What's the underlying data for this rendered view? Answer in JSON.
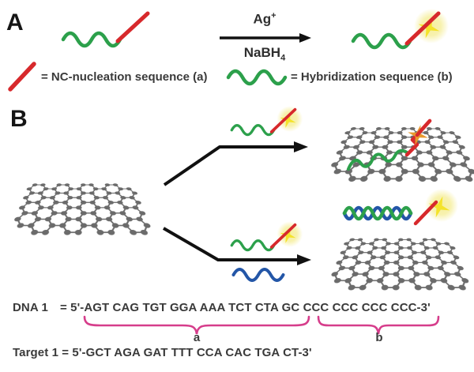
{
  "colors": {
    "green": "#2ca04b",
    "red": "#d7292c",
    "blue": "#2356a7",
    "yellow": "#f4e32b",
    "halo": "#f6efa0",
    "orange": "#e8992e",
    "pink": "#d63d8b",
    "graphene": "#6b6b6b",
    "text": "#333333"
  },
  "panel_a": {
    "label": "A",
    "reagent_top": {
      "base": "Ag",
      "sup": "+"
    },
    "reagent_bottom": {
      "base": "NaBH",
      "sub": "4"
    },
    "legend_nc_label": "= NC-nucleation sequence (a)",
    "legend_hyb_label": "= Hybridization sequence (b)"
  },
  "panel_b": {
    "label": "B"
  },
  "sequences": {
    "dna1_name": "DNA 1",
    "dna1_value": "= 5'-AGT CAG TGT GGA AAA TCT CTA GC CCC CCC CCC CCC-3'",
    "brace_a_label": "a",
    "brace_b_label": "b",
    "target1_value": "Target 1 = 5'-GCT AGA GAT TTT CCA CAC TGA CT-3'"
  }
}
